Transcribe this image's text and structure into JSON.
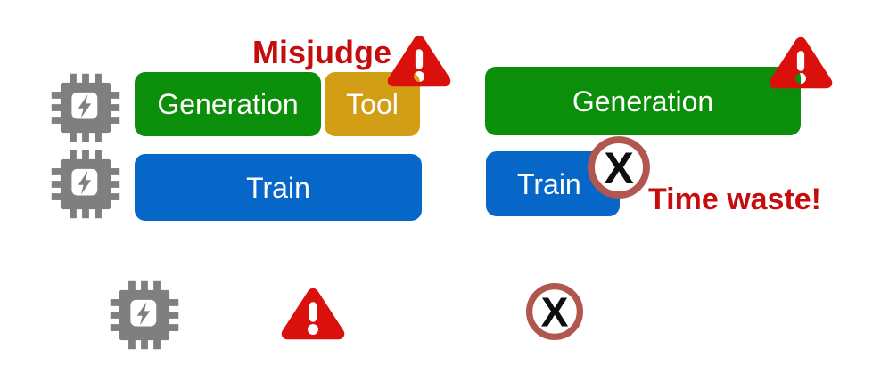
{
  "colors": {
    "green": "#0B8E09",
    "gold": "#D19E15",
    "blue": "#0667C9",
    "gray": "#7F7F7F",
    "warn-red": "#DA100C",
    "text-red": "#C50D0D",
    "ring-red": "#B2574F",
    "bar-text": "#FFFFFF",
    "cross-black": "#0E0E0E"
  },
  "left_panel": {
    "rows": [
      {
        "icon": "gpu-chip",
        "bars": [
          {
            "label": "Generation",
            "color": "green"
          },
          {
            "label": "Tool",
            "color": "gold"
          }
        ]
      },
      {
        "icon": "gpu-chip",
        "bars": [
          {
            "label": "Train",
            "color": "blue"
          }
        ]
      }
    ],
    "annotation": "Misjudge"
  },
  "right_panel": {
    "rows": [
      {
        "bars": [
          {
            "label": "Generation",
            "color": "green"
          }
        ]
      },
      {
        "bars": [
          {
            "label": "Train",
            "color": "blue"
          }
        ]
      }
    ],
    "annotation": "Time waste!"
  },
  "legend_icons": [
    "gpu-chip",
    "warning-triangle",
    "x-circle"
  ],
  "glyphs": {
    "cross": "X"
  }
}
